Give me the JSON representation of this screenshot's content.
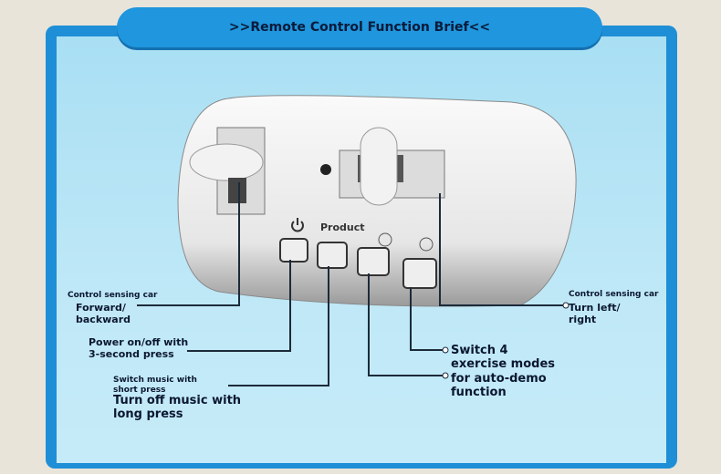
{
  "header": {
    "title": ">>Remote Control Function Brief<<"
  },
  "device": {
    "product_label": "Product"
  },
  "annotations": {
    "left_stick_caption": "Control sensing car",
    "left_stick_text": "Forward/ backward",
    "power_text": "Power on/off with 3-second press",
    "music_caption": "Switch music with short press",
    "music_text": "Turn off music with long press",
    "right_stick_caption": "Control sensing car",
    "right_stick_text": "Turn left/ right",
    "mode_text": "Switch 4 exercise modes for auto-demo function"
  },
  "colors": {
    "frame": "#1e8fd6",
    "panel": "#bfe8f7",
    "text": "#0b1730"
  }
}
